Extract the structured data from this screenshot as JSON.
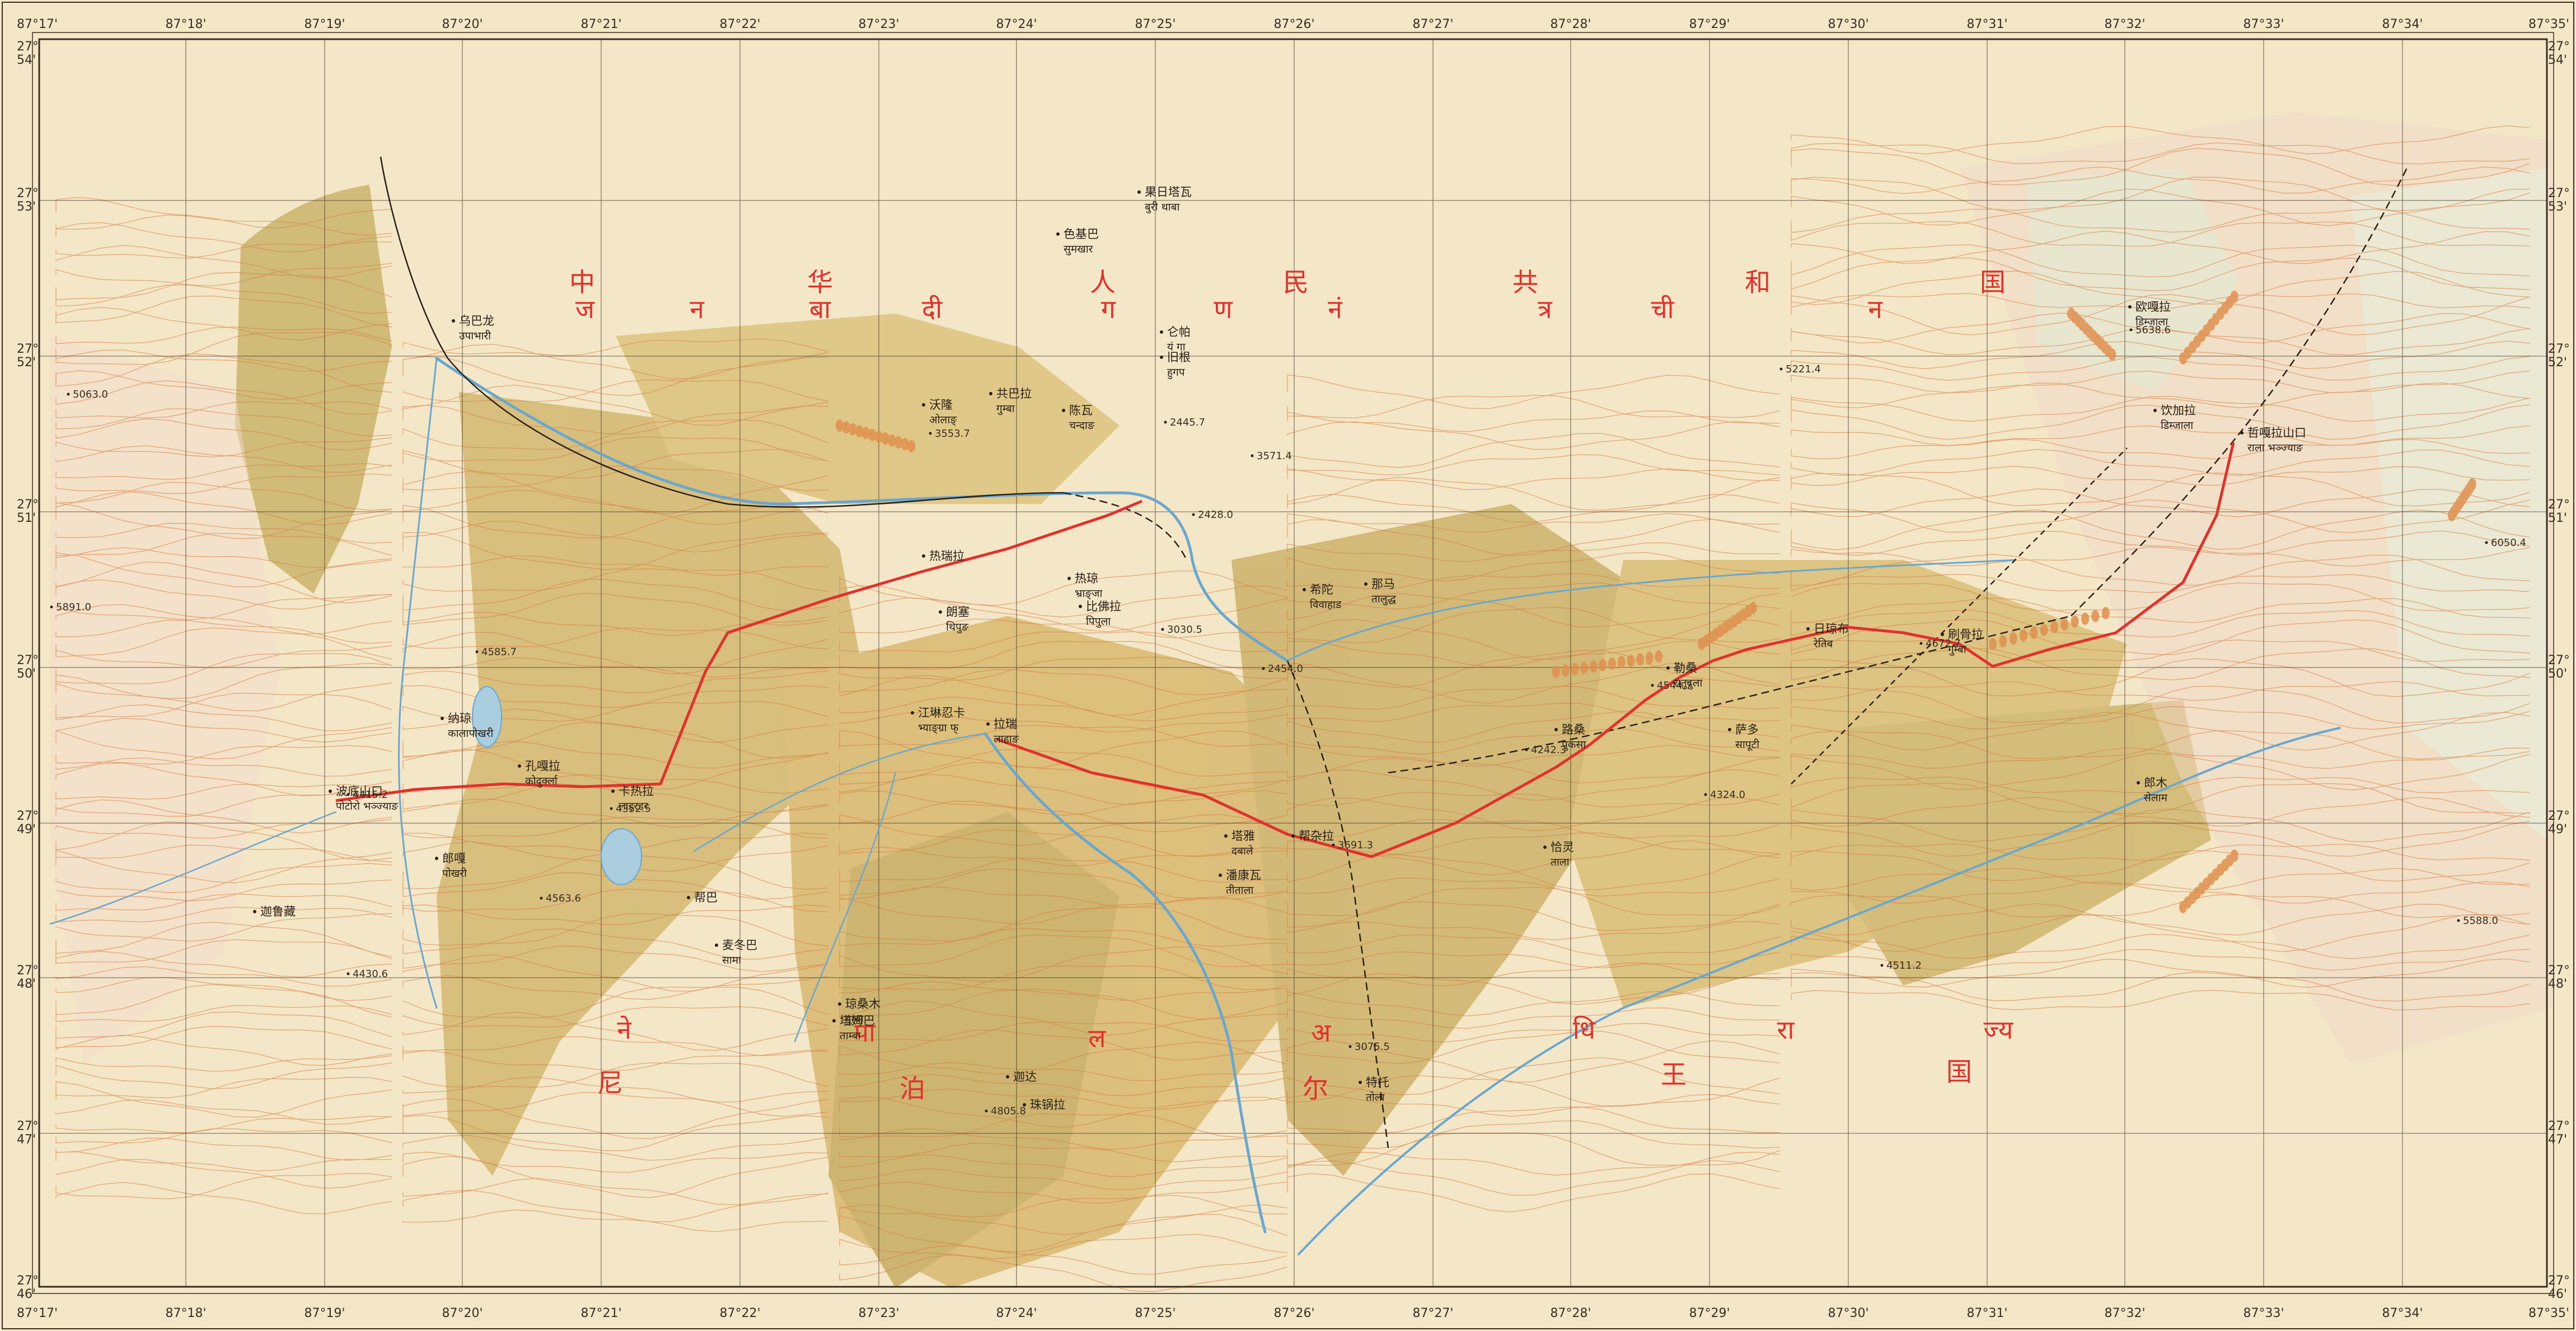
{
  "map": {
    "colors": {
      "paper": "#f4e7c8",
      "relief": "#d6b778",
      "contour": "#d47a3e",
      "boundary": "#e2302b",
      "river": "#6aa7cf",
      "road": "#2a2018",
      "frame": "#3a2e22"
    },
    "longitude_labels": [
      "87°17'",
      "87°18'",
      "87°19'",
      "87°20'",
      "87°21'",
      "87°22'",
      "87°23'",
      "87°24'",
      "87°25'",
      "87°26'",
      "87°27'",
      "87°28'",
      "87°29'",
      "87°30'",
      "87°31'",
      "87°32'",
      "87°33'",
      "87°34'",
      "87°35'"
    ],
    "latitude_labels": [
      {
        "deg": "27°",
        "min": "54'"
      },
      {
        "deg": "27°",
        "min": "53'"
      },
      {
        "deg": "27°",
        "min": "52'"
      },
      {
        "deg": "27°",
        "min": "51'"
      },
      {
        "deg": "27°",
        "min": "50'"
      },
      {
        "deg": "27°",
        "min": "49'"
      },
      {
        "deg": "27°",
        "min": "48'"
      },
      {
        "deg": "27°",
        "min": "47'"
      },
      {
        "deg": "27°",
        "min": "46'"
      }
    ],
    "country_north_zh": [
      "中",
      "华",
      "人",
      "民",
      "共",
      "和",
      "国"
    ],
    "country_north_dev": [
      "ज",
      "न",
      "बा",
      "दी",
      "ग",
      "ण",
      "नं",
      "त्र",
      "ची",
      "न"
    ],
    "country_south_zh": [
      "尼",
      "泊",
      "尔",
      "王",
      "国"
    ],
    "country_south_dev": [
      "ने",
      "पा",
      "ल",
      "अ",
      "धि",
      "रा",
      "ज्य"
    ],
    "places": [
      {
        "zh": "乌巴龙",
        "dev": "उपाभारी"
      },
      {
        "zh": "共巴拉",
        "dev": "गुम्बा"
      },
      {
        "zh": "色基巴",
        "dev": "सुमखार"
      },
      {
        "zh": "果日塔瓦",
        "dev": "बुरी थाबा"
      },
      {
        "zh": "陈瓦",
        "dev": "चन्दाङ"
      },
      {
        "zh": "仑帕",
        "dev": "यं गा"
      },
      {
        "zh": "旧根",
        "dev": "हुगप"
      },
      {
        "zh": "沃隆",
        "dev": "ओलाङ्"
      },
      {
        "zh": "热琼",
        "dev": "भ्राङ्जा"
      },
      {
        "zh": "热瑞拉",
        "dev": ""
      },
      {
        "zh": "比佛拉",
        "dev": "पिपुला"
      },
      {
        "zh": "朗塞",
        "dev": "थिपुङ"
      },
      {
        "zh": "江琳忍卡",
        "dev": "भ्याङ्ग्रा फ्"
      },
      {
        "zh": "拉瑞",
        "dev": "लाहाङ"
      },
      {
        "zh": "卡热拉",
        "dev": "लाइरडर"
      },
      {
        "zh": "孔嘎拉",
        "dev": "कोदुर्क्ला"
      },
      {
        "zh": "波底山口",
        "dev": "पोटोरो भञ्ज्याङ"
      },
      {
        "zh": "纳琼",
        "dev": "कालापोखरी"
      },
      {
        "zh": "郎嘎",
        "dev": "पोखरी"
      },
      {
        "zh": "帮巴",
        "dev": ""
      },
      {
        "zh": "迦鲁藏",
        "dev": ""
      },
      {
        "zh": "麦冬巴",
        "dev": "सामा"
      },
      {
        "zh": "塔姆巴",
        "dev": "ताम्बा"
      },
      {
        "zh": "琼桑木",
        "dev": "गुम्बा"
      },
      {
        "zh": "帮杂拉",
        "dev": ""
      },
      {
        "zh": "塔雅",
        "dev": "दबाले"
      },
      {
        "zh": "潘康瓦",
        "dev": "तीताला"
      },
      {
        "zh": "希陀",
        "dev": "विवाहाड"
      },
      {
        "zh": "那马",
        "dev": "तालुद्ध"
      },
      {
        "zh": "恰灵",
        "dev": "ताला"
      },
      {
        "zh": "路桑",
        "dev": "पुकसा"
      },
      {
        "zh": "勒桑",
        "dev": "रातुदुला"
      },
      {
        "zh": "日琼布",
        "dev": "रेतिब"
      },
      {
        "zh": "刷骨拉",
        "dev": "गुम्बा"
      },
      {
        "zh": "萨多",
        "dev": "सापूटी"
      },
      {
        "zh": "郎木",
        "dev": "सेलाम"
      },
      {
        "zh": "迦达",
        "dev": ""
      },
      {
        "zh": "珠锅拉",
        "dev": ""
      },
      {
        "zh": "欧嘎拉",
        "dev": "डिम्जाला"
      },
      {
        "zh": "饮加拉",
        "dev": "डिम्जाला"
      },
      {
        "zh": "哲嘎拉山口",
        "dev": "राला भञ्ज्याङ"
      },
      {
        "zh": "特托",
        "dev": "तोला"
      }
    ],
    "spot_heights": [
      "5063.0",
      "5891.0",
      "4585.7",
      "4563.6",
      "4430.6",
      "4805.8",
      "5221.4",
      "5638.6",
      "6050.4",
      "5588.0",
      "4511.2",
      "4324.0",
      "3571.4",
      "3030.5",
      "2445.7",
      "2428.0",
      "3553.7",
      "3075.5",
      "4415.2",
      "4352.5",
      "4242.3",
      "4544.7",
      "4672.7",
      "3691.3",
      "2454.0"
    ]
  }
}
